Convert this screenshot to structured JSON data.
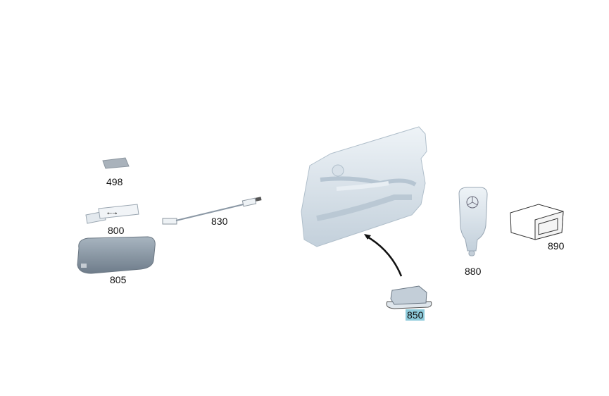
{
  "parts": [
    {
      "id": "sim-card",
      "number": "498"
    },
    {
      "id": "usb-stick",
      "number": "800"
    },
    {
      "id": "usb-cable",
      "number": "830"
    },
    {
      "id": "power-bank",
      "number": "805"
    },
    {
      "id": "usb-socket",
      "number": "850",
      "highlighted": true
    },
    {
      "id": "car-charger",
      "number": "880"
    },
    {
      "id": "obd-adapter",
      "number": "890"
    }
  ],
  "colors": {
    "highlight": "#8ecbdb",
    "part_fill": "#c9d6e0",
    "part_dark": "#8a98a6"
  }
}
